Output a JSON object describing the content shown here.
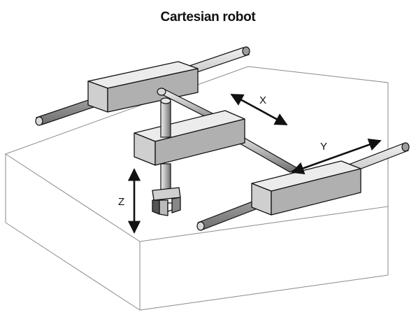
{
  "diagram": {
    "title": "Cartesian robot",
    "axes": {
      "x_label": "X",
      "y_label": "Y",
      "z_label": "Z"
    },
    "colors": {
      "rod_light": "#e6e6e6",
      "rod_mid": "#b8b8b8",
      "rod_dark": "#7a7a7a",
      "block_top": "#e9e9e9",
      "block_front": "#cfcfcf",
      "block_side": "#a9a9a9",
      "outline": "#111111",
      "box_edge": "#8a8a8a"
    }
  }
}
